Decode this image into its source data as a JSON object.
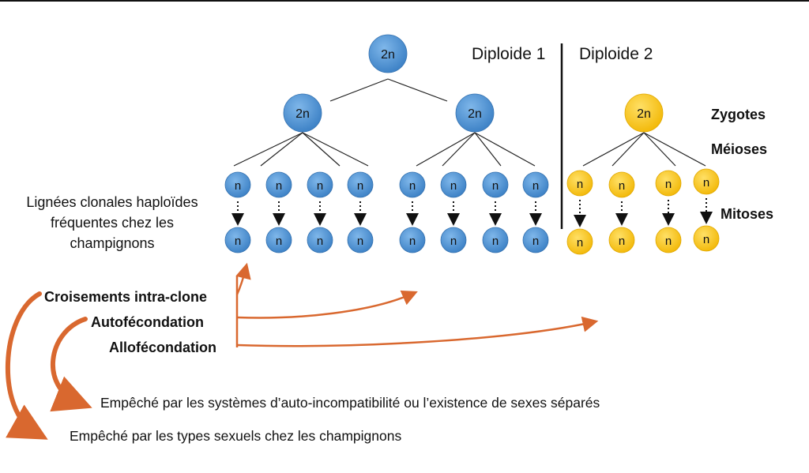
{
  "headers": {
    "diploid1": "Diploide 1",
    "diploid2": "Diploide 2"
  },
  "stages": {
    "zygotes": "Zygotes",
    "meioses": "Méioses",
    "mitoses": "Mitoses"
  },
  "clonal_label": "Lignées clonales haploïdes fréquentes chez les champignons",
  "node_labels": {
    "diploid": "2n",
    "haploid": "n"
  },
  "crossings": {
    "intra_clone": "Croisements intra-clone",
    "autofecondation": "Autofécondation",
    "allofecondation": "Allofécondation"
  },
  "consequences": {
    "auto": "Empêché par les systèmes d’auto-incompatibilité ou l’existence de sexes séparés",
    "intra": "Empêché par les types sexuels chez les champignons"
  },
  "colors": {
    "blue_node": "#4b93d4",
    "yellow_node": "#f5c71a",
    "arrow_orange": "#d9682f",
    "line": "#222222"
  }
}
